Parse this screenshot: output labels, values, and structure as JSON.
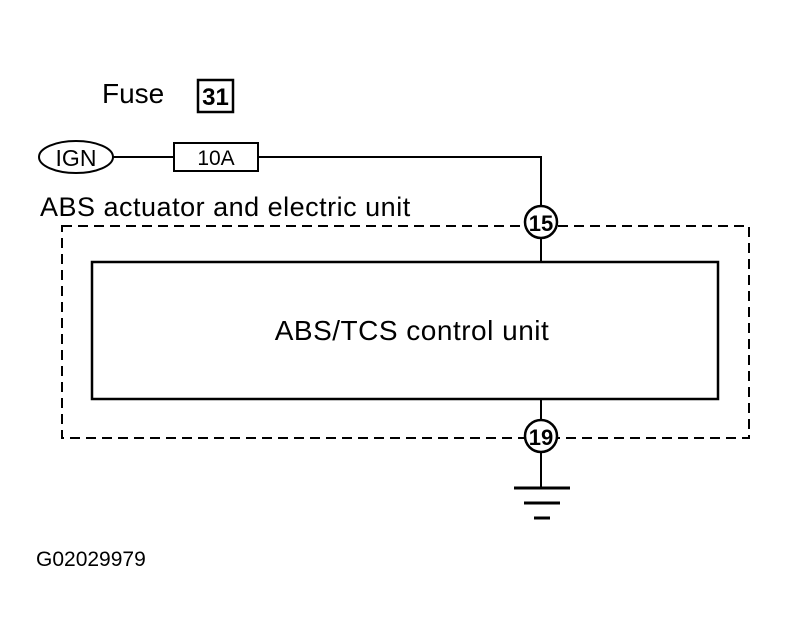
{
  "fuse": {
    "label": "Fuse",
    "number": "31",
    "rating": "10A"
  },
  "power_source": {
    "label": "IGN"
  },
  "actuator_unit": {
    "label": "ABS actuator and electric unit"
  },
  "control_unit": {
    "label": "ABS/TCS control unit"
  },
  "terminals": {
    "power": "15",
    "ground": "19"
  },
  "figure_id": "G02029979",
  "colors": {
    "line": "#000000",
    "background": "#ffffff"
  }
}
